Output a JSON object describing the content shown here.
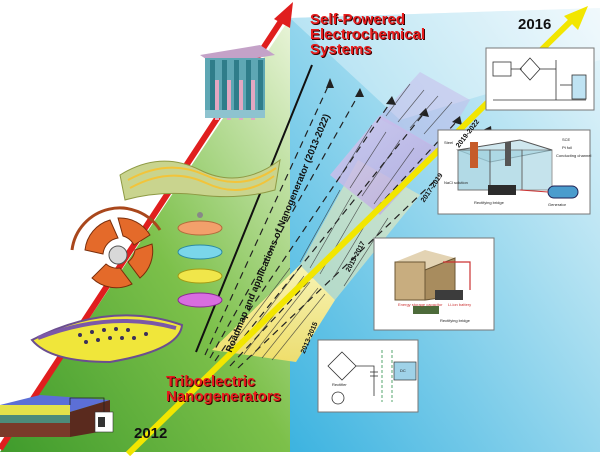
{
  "years": {
    "start": "2012",
    "end": "2016"
  },
  "titles": {
    "self_powered": [
      "Self-Powered",
      "Electrochemical",
      "Systems"
    ],
    "triboelectric": [
      "Triboelectric",
      "Nanogenerators"
    ]
  },
  "roadmap_label": "Roadmap and applications of Nanogenerator (2013-2022)",
  "periods": [
    "2013-2015",
    "2015-2017",
    "2017-2019",
    "2019-2022"
  ],
  "card_labels": {
    "card2": [
      "SCE",
      "Pt foil",
      "Conducting channel",
      "Steel",
      "NaCl solution",
      "Rectifying bridge",
      "Generator"
    ],
    "card3": [
      "Energy storage capacitor",
      "Li-ion battery",
      "Rectifying bridge"
    ],
    "card4": [
      "Rectifier",
      "DC"
    ]
  },
  "colors": {
    "green": "#8bc34a",
    "blue": "#6cc6e6",
    "red_arrow": "#e01e1e",
    "yellow_arrow": "#f2e600",
    "title_red": "#e81d1d"
  }
}
